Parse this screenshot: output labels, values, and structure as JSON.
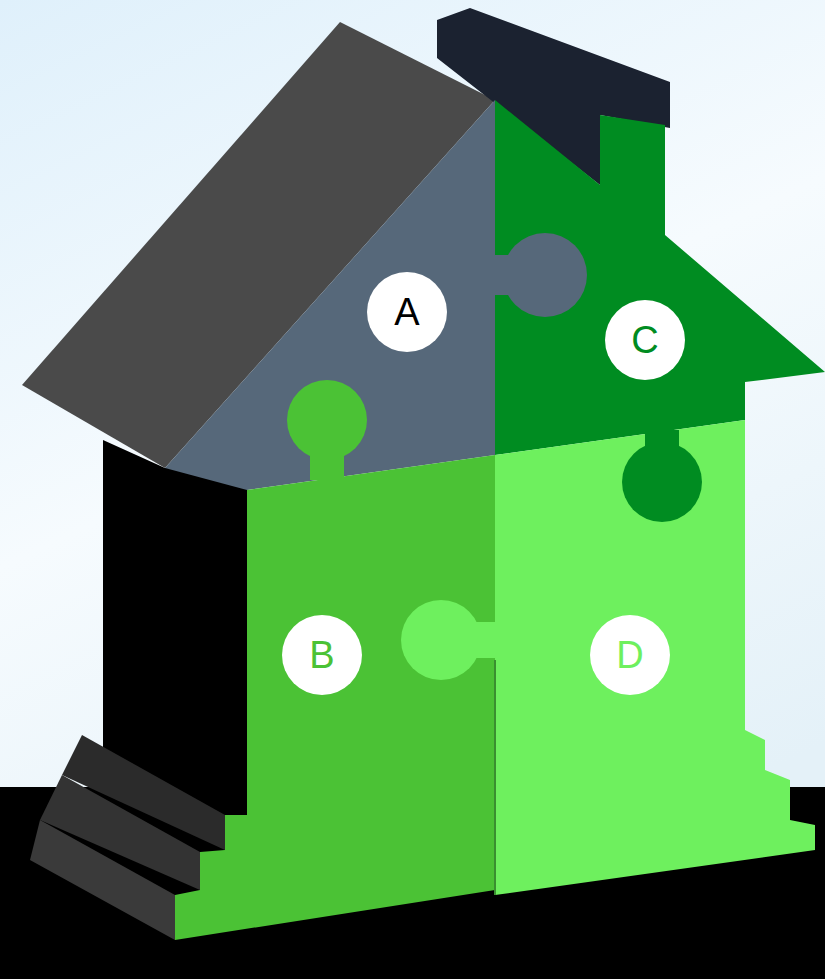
{
  "diagram": {
    "nodes": [
      {
        "text": [
          "A"
        ]
      },
      {
        "text": [
          "C"
        ]
      },
      {
        "text": [
          "B"
        ]
      },
      {
        "text": [
          "D"
        ]
      }
    ]
  }
}
